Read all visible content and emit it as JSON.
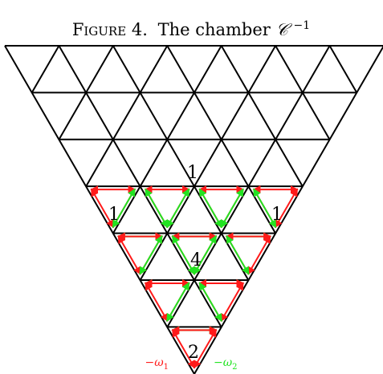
{
  "caption": {
    "prefix": "Figure 4.",
    "text": "The chamber ",
    "symbol": "𝒞",
    "superscript": "−1"
  },
  "labels": {
    "top": "1",
    "left": "1",
    "right": "1",
    "center": "4",
    "bottom": "2",
    "omega_left": "−ω",
    "omega_left_sub": "1",
    "omega_right": "−ω",
    "omega_right_sub": "2"
  },
  "colors": {
    "lines": "#000000",
    "red": "#ff1a1a",
    "green": "#22e322"
  }
}
